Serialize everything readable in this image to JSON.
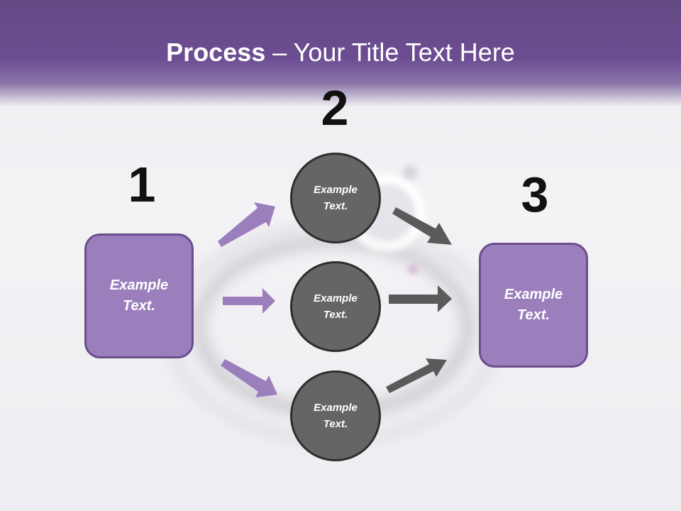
{
  "title": {
    "bold": "Process",
    "rest": " – Your Title Text Here"
  },
  "steps": [
    {
      "number": "1",
      "text": "Example\nText."
    },
    {
      "number": "2"
    },
    {
      "number": "3",
      "text": "Example\nText."
    }
  ],
  "circles": [
    {
      "text": "Example\nText."
    },
    {
      "text": "Example\nText."
    },
    {
      "text": "Example\nText."
    }
  ],
  "colors": {
    "header": "#6c4d92",
    "box_fill": "#9b7fbd",
    "box_border": "#6a4f8c",
    "circle_fill": "#656565",
    "circle_border": "#2e2e2e",
    "left_arrow": "#9b7fbd",
    "right_arrow": "#5a5a5a"
  }
}
